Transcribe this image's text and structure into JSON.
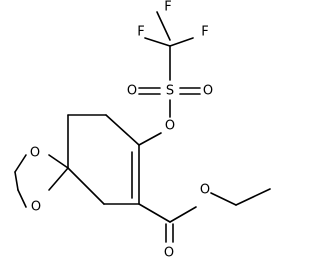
{
  "molecule": {
    "atoms": {
      "f1": "F",
      "f2": "F",
      "f3": "F",
      "s": "S",
      "o_sulfonyl_left": "O",
      "o_sulfonyl_right": "O",
      "o_triflate": "O",
      "o_ketal_upper": "O",
      "o_ketal_lower": "O",
      "o_ester_single": "O",
      "o_carbonyl": "O"
    }
  }
}
